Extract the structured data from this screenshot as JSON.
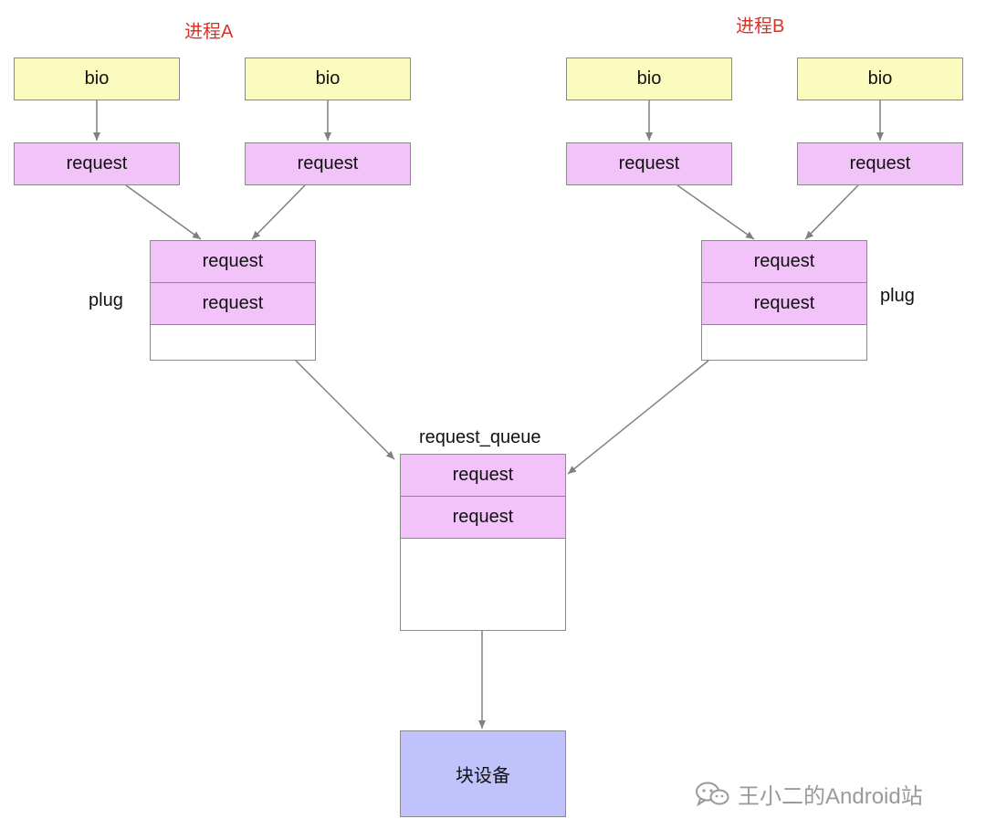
{
  "process_a": {
    "label": "进程A",
    "bios": [
      "bio",
      "bio"
    ],
    "requests": [
      "request",
      "request"
    ]
  },
  "process_b": {
    "label": "进程B",
    "bios": [
      "bio",
      "bio"
    ],
    "requests": [
      "request",
      "request"
    ]
  },
  "plug_a": {
    "label": "plug",
    "requests": [
      "request",
      "request"
    ]
  },
  "plug_b": {
    "label": "plug",
    "requests": [
      "request",
      "request"
    ]
  },
  "queue": {
    "label": "request_queue",
    "requests": [
      "request",
      "request"
    ]
  },
  "device": {
    "label": "块设备"
  },
  "watermark": {
    "text": "王小二的Android站",
    "icon": "wechat-icon"
  },
  "colors": {
    "process_label": "#d9322a",
    "bio_fill": "#fbfbbf",
    "request_fill": "#f1c3f9",
    "device_fill": "#c0c3fb",
    "border": "#8a8a8a",
    "arrow": "#808080"
  }
}
